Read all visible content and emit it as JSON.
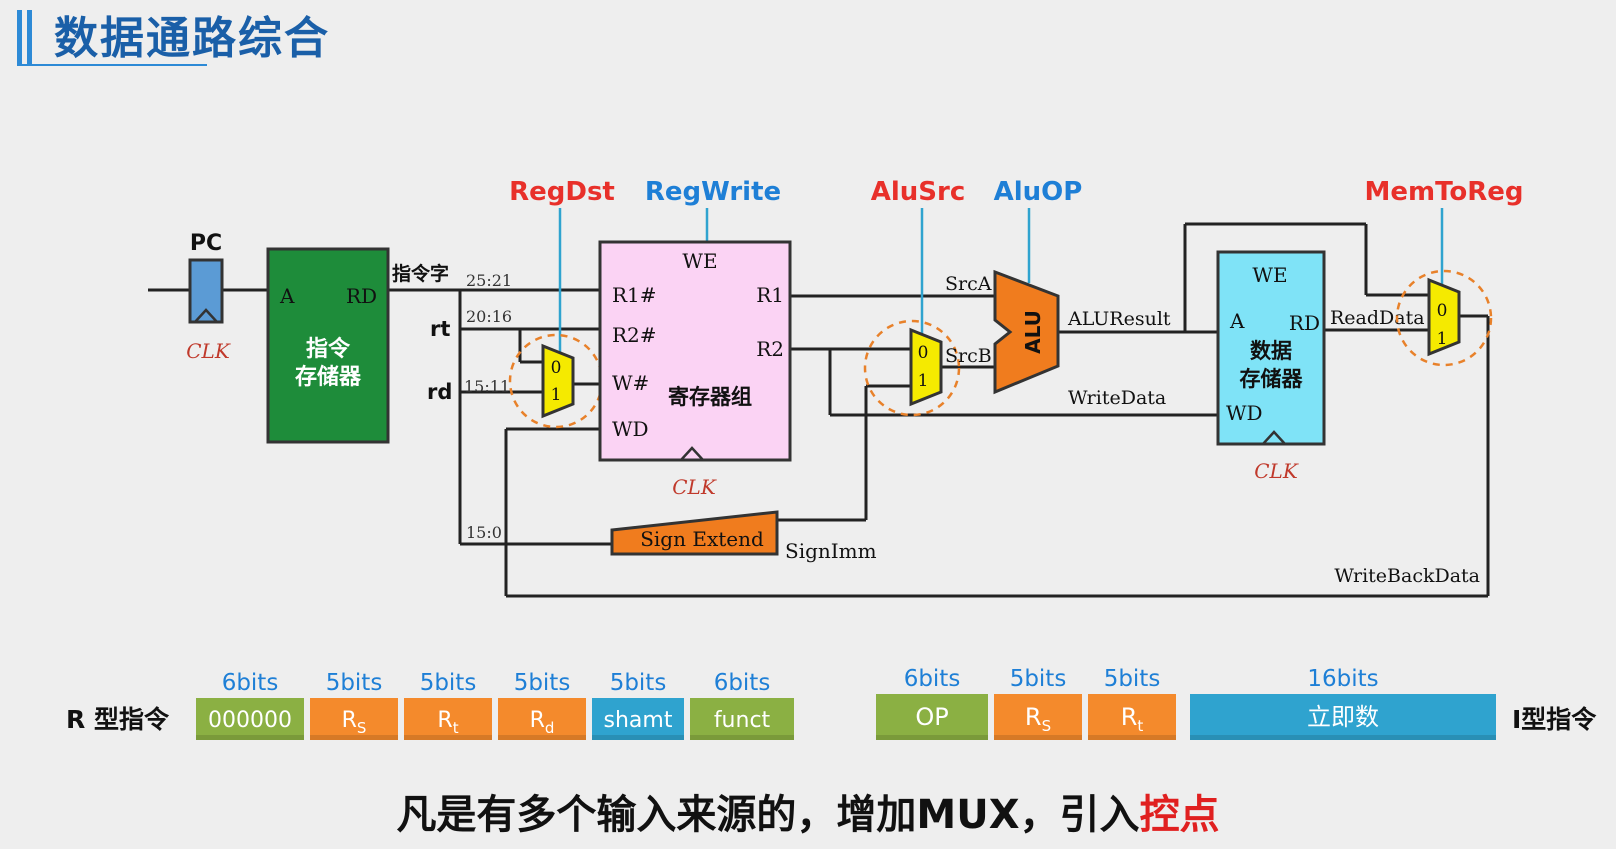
{
  "page": {
    "title": "数据通路综合",
    "note_prefix": "凡是有多个输入来源的，增加MUX，引入",
    "note_highlight": "控点"
  },
  "colors": {
    "title": "#1a5fa8",
    "control_red": "#e8302a",
    "control_blue": "#1e7fd6",
    "pc": "#5b9bd5",
    "imem": "#1e8c3a",
    "regfile": "#fbd3f4",
    "mux": "#f5ea00",
    "alu": "#f07c1e",
    "signext": "#f07c1e",
    "dmem": "#7fe3f7",
    "field_green": "#8bb043",
    "field_orange": "#f48a2c",
    "field_blue": "#2fa3cf"
  },
  "diagram": {
    "pc_label": "PC",
    "clk": "CLK",
    "imem": {
      "a": "A",
      "rd": "RD",
      "name1": "指令",
      "name2": "存储器"
    },
    "instr_word": "指令字",
    "bits_25_21": "25:21",
    "bits_20_16": "20:16",
    "bits_15_11": "15:11",
    "bits_15_0": "15:0",
    "rt": "rt",
    "rd": "rd",
    "regfile": {
      "we": "WE",
      "r1n": "R1#",
      "r2n": "R2#",
      "wn": "W#",
      "wd": "WD",
      "r1": "R1",
      "r2": "R2",
      "name": "寄存器组"
    },
    "mux0": "0",
    "mux1": "1",
    "sign_extend": "Sign Extend",
    "sign_imm": "SignImm",
    "srca": "SrcA",
    "srcb": "SrcB",
    "alu": "ALU",
    "alu_result": "ALUResult",
    "write_data": "WriteData",
    "dmem": {
      "we": "WE",
      "a": "A",
      "rd": "RD",
      "wd": "WD",
      "name1": "数据",
      "name2": "存储器"
    },
    "read_data": "ReadData",
    "write_back": "WriteBackData",
    "controls": {
      "regdst": "RegDst",
      "regwrite": "RegWrite",
      "alusrc": "AluSrc",
      "aluop": "AluOP",
      "memtoreg": "MemToReg"
    }
  },
  "r_format": {
    "label": "R 型指令",
    "fields": [
      {
        "bits": "6bits",
        "name": "000000",
        "sub": ""
      },
      {
        "bits": "5bits",
        "name": "R",
        "sub": "S"
      },
      {
        "bits": "5bits",
        "name": "R",
        "sub": "t"
      },
      {
        "bits": "5bits",
        "name": "R",
        "sub": "d"
      },
      {
        "bits": "5bits",
        "name": "shamt",
        "sub": ""
      },
      {
        "bits": "6bits",
        "name": "funct",
        "sub": ""
      }
    ]
  },
  "i_format": {
    "label": "I型指令",
    "fields": [
      {
        "bits": "6bits",
        "name": "OP",
        "sub": ""
      },
      {
        "bits": "5bits",
        "name": "R",
        "sub": "S"
      },
      {
        "bits": "5bits",
        "name": "R",
        "sub": "t"
      },
      {
        "bits": "16bits",
        "name": "立即数",
        "sub": ""
      }
    ]
  }
}
